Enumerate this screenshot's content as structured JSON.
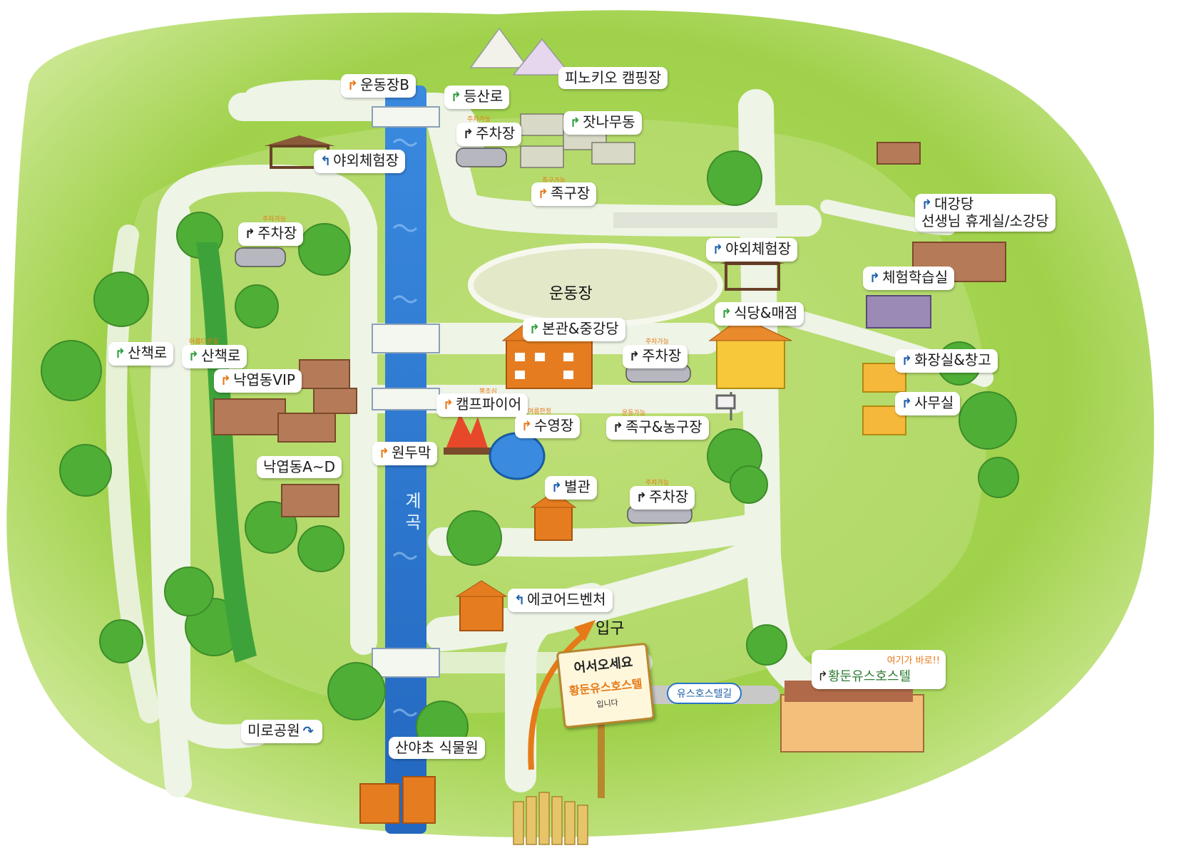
{
  "colors": {
    "grass": "#9fd14a",
    "grass_light": "#cfe79a",
    "path": "#eef4e6",
    "stream": "#2f7fd6",
    "roof_orange": "#e67a18",
    "roof_brown": "#9a5a3a",
    "accent_arrow": "#e67a18"
  },
  "labels": {
    "sports_b": "운동장B",
    "hiking": "등산로",
    "pinocchio_camp": "피노키오 캠핑장",
    "pine_building": "잣나무동",
    "parking_top": "주차장",
    "outdoor_top": "야외체험장",
    "jokgu_top": "족구장",
    "parking_left": "주차장",
    "trail_outer": "산책로",
    "trail_inner": "산책로",
    "nakyeop_vip": "낙엽동VIP",
    "nakyeop_ad": "낙엽동A~D",
    "wondumak": "원두막",
    "stream": "계곡",
    "sports_main": "운동장",
    "main_hall": "본관&중강당",
    "outdoor_right": "야외체험장",
    "cafeteria": "식당&매점",
    "parking_mid": "주차장",
    "campfire": "캠프파이어",
    "pool": "수영장",
    "jokgu_basket": "족구&농구장",
    "annex": "별관",
    "parking_lower": "주차장",
    "eco": "에코어드벤처",
    "entrance": "입구",
    "maze": "미로공원",
    "wildflower": "산야초 식물원",
    "auditorium_line1": "대강당",
    "auditorium_line2": "선생님 휴게실/소강당",
    "classroom": "체험학습실",
    "restroom": "화장실&창고",
    "office": "사무실",
    "hostel": "황둔유스호스텔",
    "hostel_tag": "여기가 바로!!",
    "road": "유스호스텔길"
  },
  "tags": {
    "parking_top": "주차가능",
    "jokgu_top": "족구가능",
    "parking_left": "주차가능",
    "trail_inner": "아름다운길",
    "parking_mid": "주차가능",
    "campfire": "불조심",
    "pool": "여름한정",
    "jokgu_basket": "운동가능",
    "parking_lower": "주차가능"
  },
  "sign": {
    "line1": "어서오세요",
    "line2": "황둔유스호스텔",
    "line3": "입니다"
  },
  "icons": {
    "arrow": "curved-arrow-icon",
    "tent": "tent-icon",
    "car": "car-icon",
    "tree": "tree-icon",
    "building": "building-icon",
    "pavilion": "pavilion-icon",
    "campfire": "campfire-icon",
    "pool": "pool-icon",
    "basket": "basketball-hoop-icon"
  }
}
